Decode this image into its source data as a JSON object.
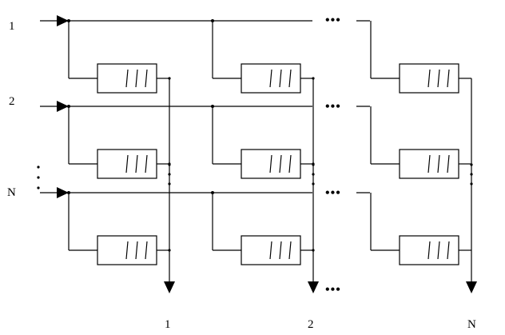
{
  "diagram": {
    "input_labels": [
      "1",
      "2",
      "N"
    ],
    "output_labels": [
      "1",
      "2",
      "N"
    ],
    "ellipsis": "•••",
    "colors": {
      "stroke": "#000000",
      "fill": "#ffffff"
    }
  }
}
